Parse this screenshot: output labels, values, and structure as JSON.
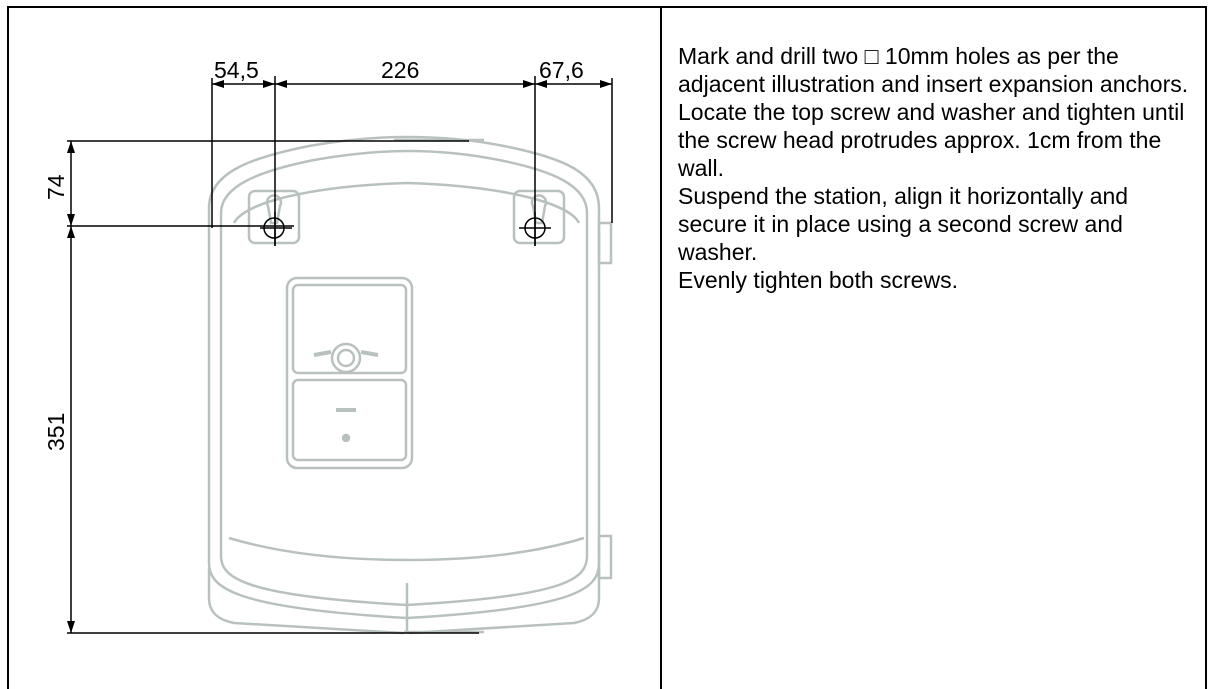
{
  "dimensions": {
    "left_offset": "54,5",
    "hole_spacing": "226",
    "right_offset": "67,6",
    "top_offset": "74",
    "bottom_height": "351"
  },
  "instructions": [
    "Mark and drill two □ 10mm holes as per the adjacent illustration and insert expansion anchors.",
    "Locate the top screw and washer and tighten until the screw head protrudes approx. 1cm from the wall.",
    "Suspend the station, align it horizontally and secure it in place using a second screw and washer.",
    "Evenly tighten both screws."
  ],
  "colors": {
    "outline": "#000000",
    "device": "#b9c1be"
  }
}
